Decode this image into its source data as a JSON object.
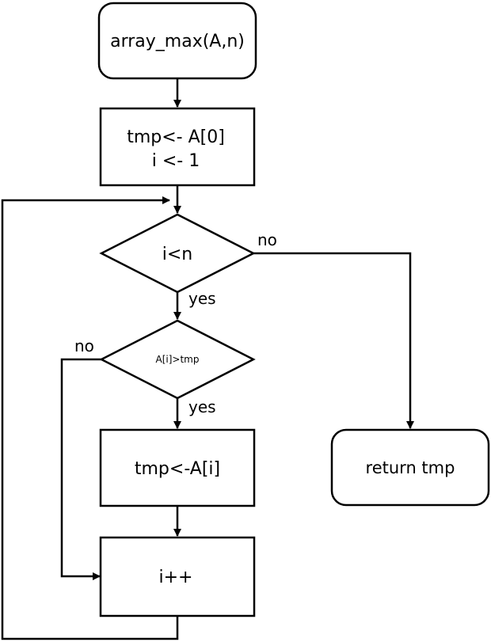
{
  "nodes": {
    "start": "array_max(A,n)",
    "init_line1": "tmp<- A[0]",
    "init_line2": "i <- 1",
    "cond_loop": "i<n",
    "cond_compare": "A[i]>tmp",
    "assign": "tmp<-A[i]",
    "increment": "i++",
    "end": "return tmp"
  },
  "edges": {
    "loop_no": "no",
    "loop_yes": "yes",
    "compare_no": "no",
    "compare_yes": "yes"
  }
}
